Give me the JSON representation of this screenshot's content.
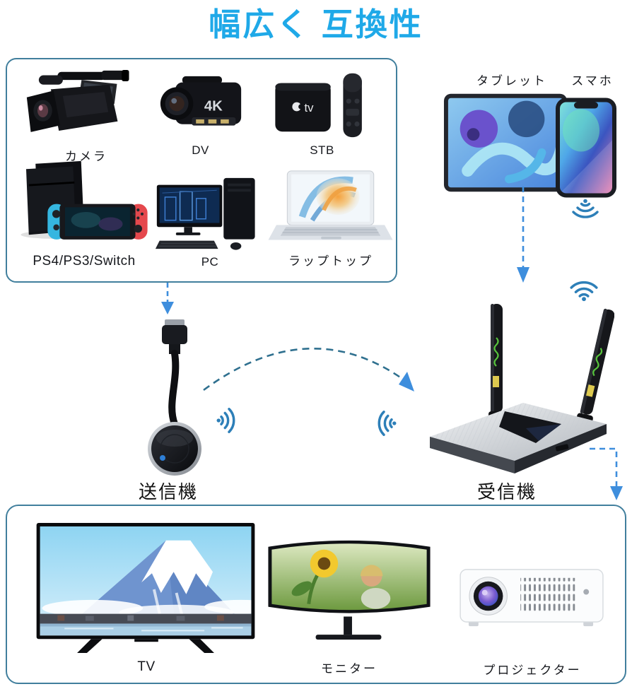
{
  "title": "幅広く 互換性",
  "colors": {
    "title_blue": "#1FA9E8",
    "box_border": "#417F9D",
    "arrow_blue": "#3E8EDD",
    "arc_teal": "#2F708F",
    "wifi_blue": "#2D7FB8",
    "antenna_green": "#56C23C",
    "led_blue": "#2E7FD6",
    "switch_red": "#E5484D",
    "switch_blue": "#35B6E0"
  },
  "sources": {
    "items": [
      {
        "label": "カメラ",
        "icon": "video-camera-icon"
      },
      {
        "label": "DV",
        "icon": "camcorder-icon",
        "badge": "4K"
      },
      {
        "label": "STB",
        "icon": "apple-tv-icon",
        "logo_text": "tv"
      },
      {
        "label": "PS4/PS3/Switch",
        "icon": "game-console-icon"
      },
      {
        "label": "PC",
        "icon": "desktop-pc-icon"
      },
      {
        "label": "ラップトップ",
        "icon": "laptop-icon"
      }
    ]
  },
  "mobile": {
    "tablet_label": "タブレット",
    "phone_label": "スマホ",
    "tablet_icon": "tablet-icon",
    "phone_icon": "smartphone-icon"
  },
  "transmitter": {
    "label": "送信機",
    "icon": "hdmi-dongle-icon"
  },
  "receiver": {
    "label": "受信機",
    "icon": "wireless-receiver-icon"
  },
  "outputs": {
    "items": [
      {
        "label": "TV",
        "icon": "tv-icon"
      },
      {
        "label": "モニター",
        "icon": "monitor-icon"
      },
      {
        "label": "プロジェクター",
        "icon": "projector-icon"
      }
    ]
  }
}
